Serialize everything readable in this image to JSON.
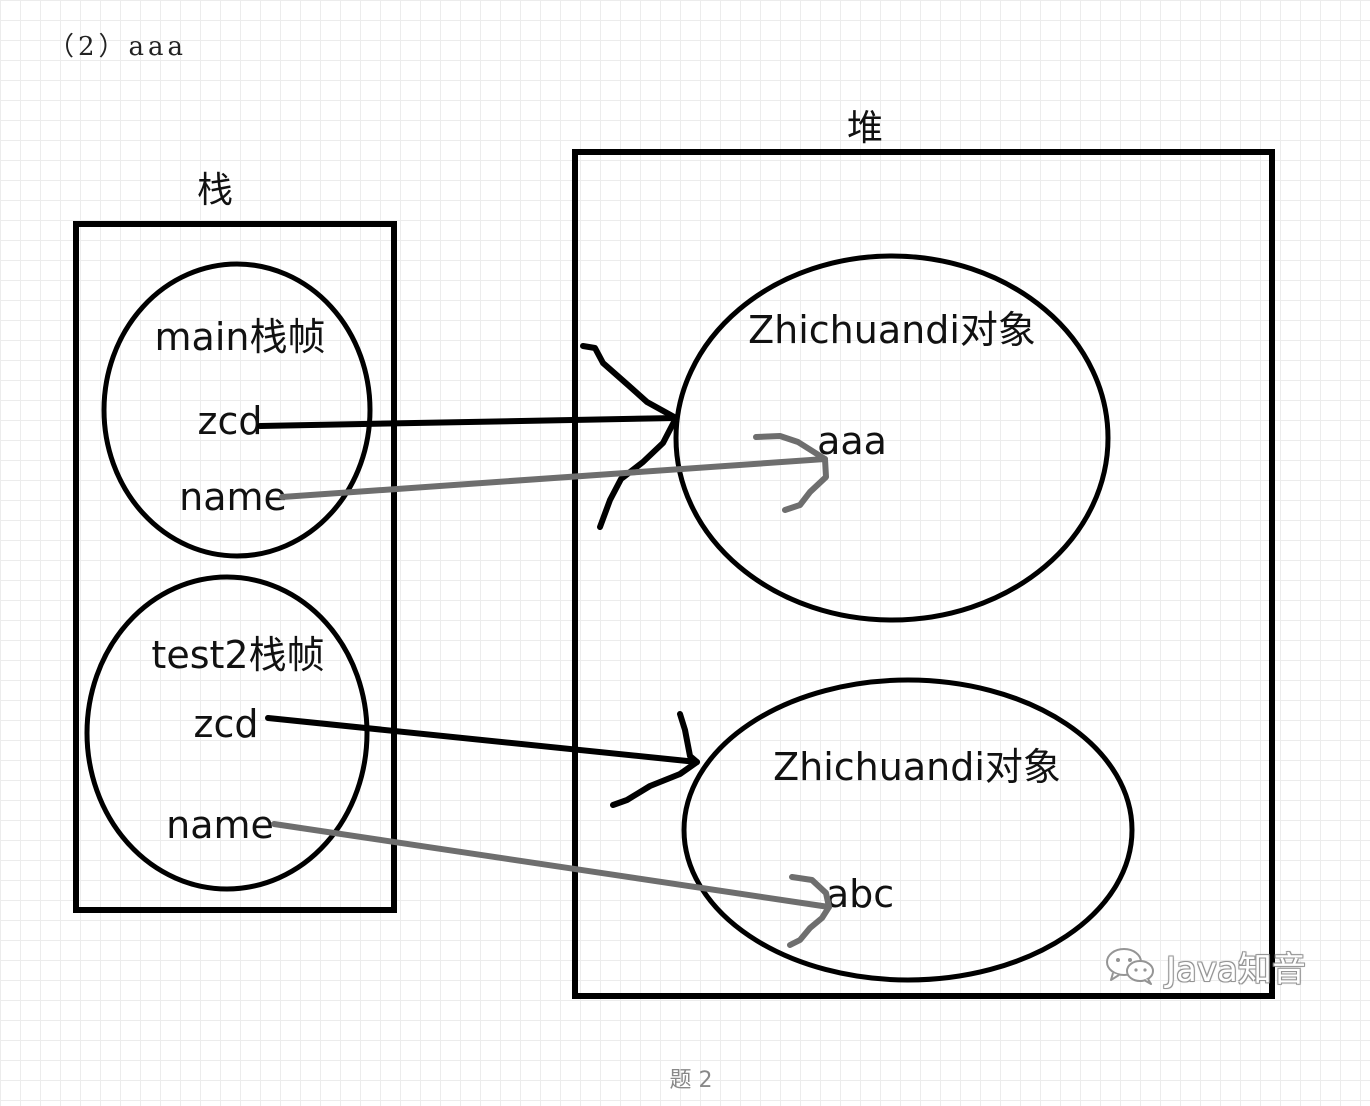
{
  "answer": "（2）aaa",
  "stack": {
    "title": "栈",
    "main_frame": {
      "title": "main栈帧",
      "var_ref": "zcd",
      "var_name": "name"
    },
    "test2_frame": {
      "title": "test2栈帧",
      "var_ref": "zcd",
      "var_name": "name"
    }
  },
  "heap": {
    "title": "堆",
    "object_top": {
      "title": "Zhichuandi对象",
      "value": "aaa"
    },
    "object_bottom": {
      "title": "Zhichuandi对象",
      "value": "abc"
    }
  },
  "caption": "题 2",
  "watermark": {
    "icon": "wechat-icon",
    "text": "Java知音"
  },
  "colors": {
    "outline": "#000000",
    "ref_arrow": "#000000",
    "string_arrow": "#6e6e6e",
    "grid": "#ececec"
  }
}
